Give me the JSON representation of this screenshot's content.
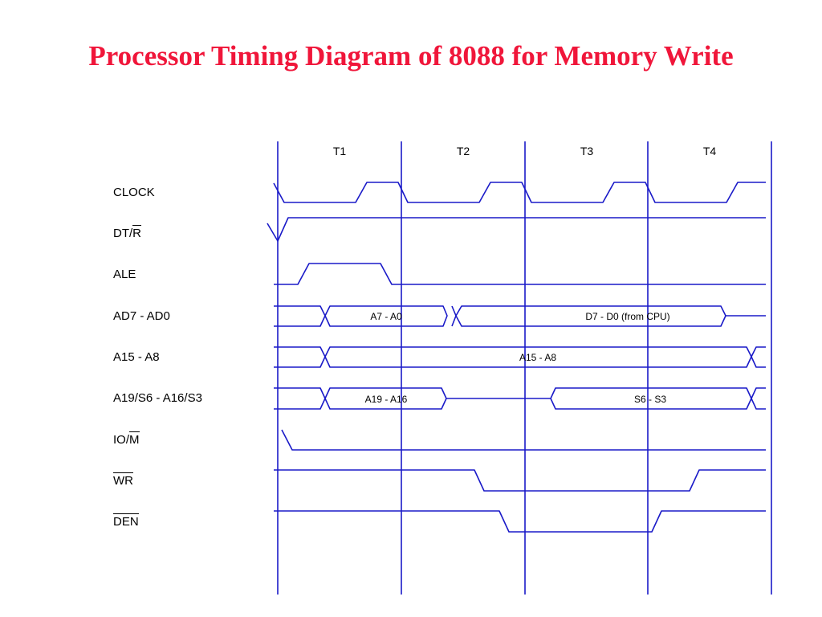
{
  "title": "Processor Timing Diagram of 8088 for Memory Write",
  "states": [
    "T1",
    "T2",
    "T3",
    "T4"
  ],
  "signals": {
    "clock": "CLOCK",
    "dtr": {
      "pre": "DT/",
      "bar": "R"
    },
    "ale": "ALE",
    "ad": "AD7 - AD0",
    "a15": "A15 - A8",
    "a19": "A19/S6 - A16/S3",
    "iom": {
      "pre": "IO/",
      "bar": "M"
    },
    "wr": {
      "pre": "",
      "bar": "WR"
    },
    "den": {
      "pre": "",
      "bar": "DEN"
    }
  },
  "bus_values": {
    "ad_address": "A7 - A0",
    "ad_data": "D7 - D0 (from CPU)",
    "a15_address": "A15 - A8",
    "a19_address": "A19 - A16",
    "a19_status": "S6 - S3"
  },
  "colors": {
    "title": "#f0163a",
    "waveform": "#1a1ac8",
    "text": "#000000"
  }
}
